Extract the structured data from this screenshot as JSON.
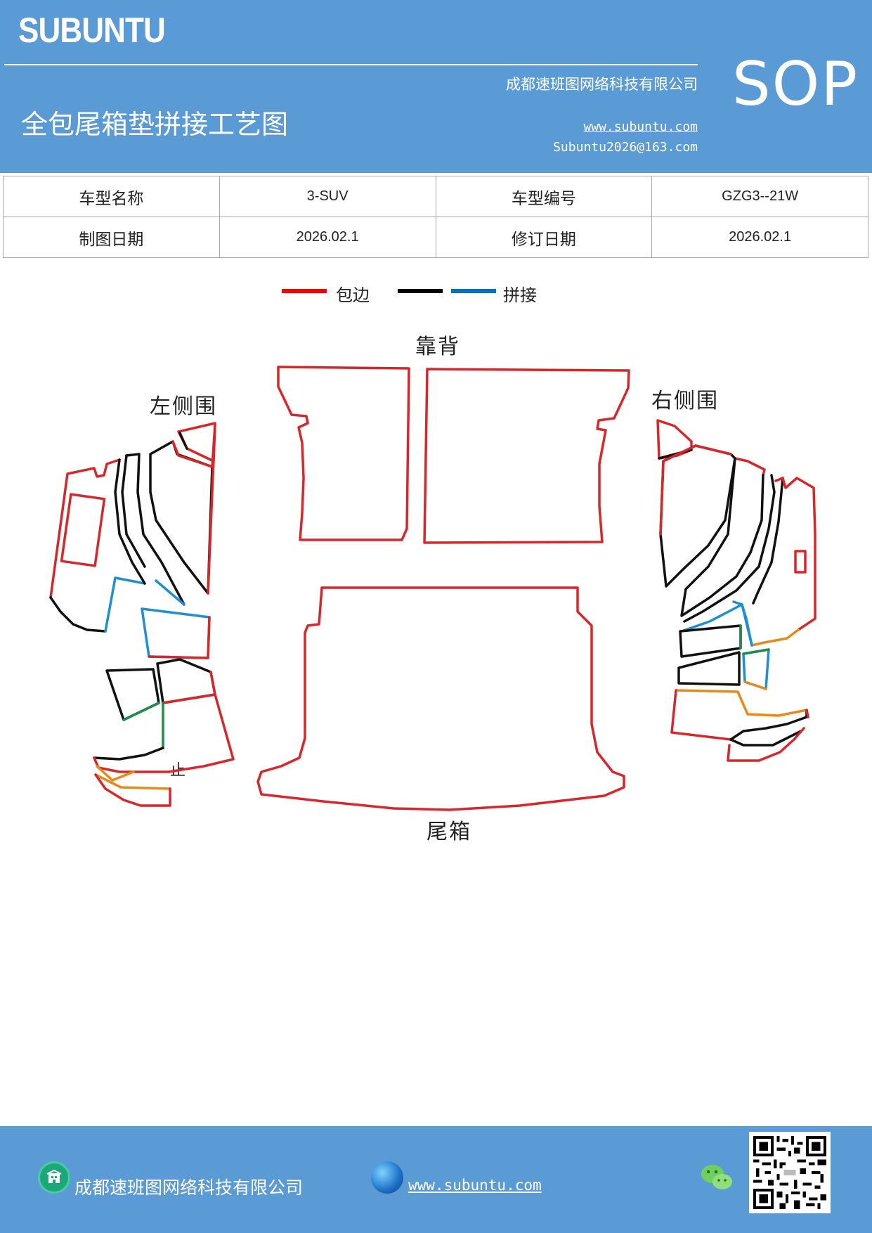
{
  "header": {
    "brand": "SUBUNTU",
    "badge": "SOP",
    "company": "成都速班图网络科技有限公司",
    "title": "全包尾箱垫拼接工艺图",
    "website": "www.subuntu.com",
    "email": "Subuntu2026@163.com"
  },
  "info_table": {
    "rows": [
      {
        "label1": "车型名称",
        "value1": "3-SUV",
        "label2": "车型编号",
        "value2": "GZG3--21W"
      },
      {
        "label1": "制图日期",
        "value1": "2026.02.1",
        "label2": "修订日期",
        "value2": "2026.02.1"
      }
    ]
  },
  "legend": {
    "edge_label": "包边",
    "splice_label": "拼接",
    "colors": {
      "edge": "#ff0000",
      "black": "#000000",
      "splice": "#0070c0"
    }
  },
  "diagram": {
    "backrest": "靠背",
    "left_side": "左侧围",
    "right_side": "右侧围",
    "trunk": "尾箱",
    "stop_mark": "止"
  },
  "footer": {
    "company": "成都速班图网络科技有限公司",
    "website": "www.subuntu.com "
  },
  "icons": [
    "building-icon",
    "globe-icon",
    "wechat-icon",
    "qr-code"
  ]
}
